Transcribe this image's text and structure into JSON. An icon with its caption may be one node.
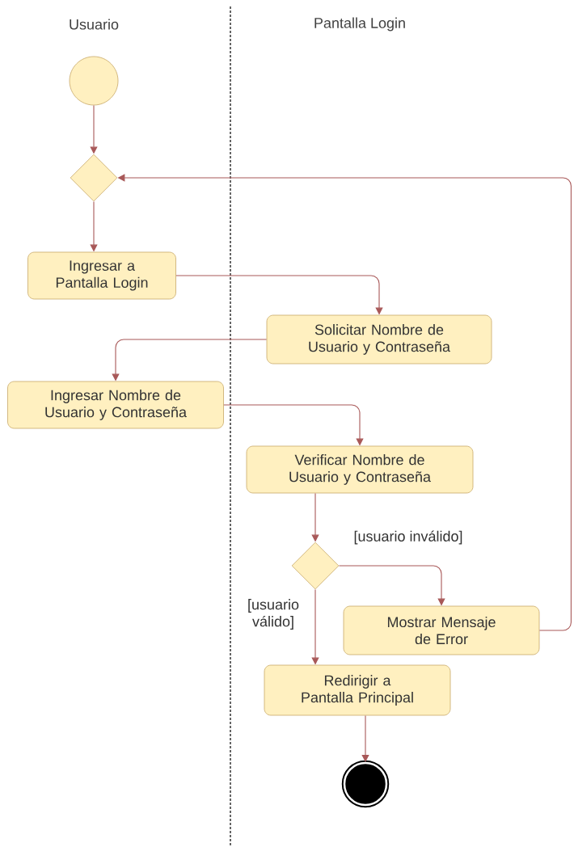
{
  "diagram": {
    "nodes": [
      {
        "text": [],
        "shape": "circle"
      },
      {
        "text": [],
        "shape": "diamond"
      },
      {
        "text": [
          "Ingresar a Pantalla Login"
        ]
      },
      {
        "text": [
          "Solicitar Nombre de Usuario y Contraseña"
        ]
      },
      {
        "text": [
          "Ingresar Nombre de Usuario y Contraseña"
        ]
      },
      {
        "text": [
          "Verificar Nombre de Usuario y Contraseña"
        ]
      },
      {
        "text": [],
        "shape": "diamond"
      },
      {
        "text": [
          "Mostrar Mensaje de Error"
        ]
      },
      {
        "text": [
          "Redirigir a Pantalla Principal"
        ]
      },
      {
        "text": [],
        "shape": "bullseye"
      }
    ],
    "edges": [
      {
        "from": 0,
        "to": 1,
        "arrow": "to"
      },
      {
        "from": 1,
        "to": 2,
        "arrow": "to"
      },
      {
        "from": 2,
        "to": 3,
        "arrow": "to"
      },
      {
        "from": 3,
        "to": 4,
        "arrow": "to"
      },
      {
        "from": 4,
        "to": 5,
        "arrow": "to"
      },
      {
        "from": 5,
        "to": 6,
        "arrow": "to"
      },
      {
        "from": 6,
        "to": 7,
        "arrow": "to",
        "label": "[usuario inválido]"
      },
      {
        "from": 6,
        "to": 8,
        "arrow": "to",
        "label": "[usuario válido]"
      },
      {
        "from": 7,
        "to": 1,
        "arrow": "to"
      },
      {
        "from": 8,
        "to": 9,
        "arrow": "to"
      }
    ],
    "labels": [
      "Usuario",
      "Pantalla Login"
    ]
  }
}
